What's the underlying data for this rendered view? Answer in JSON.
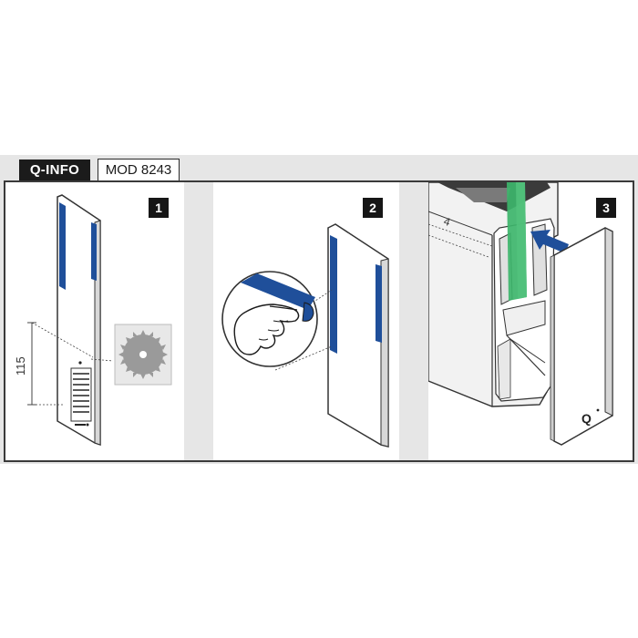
{
  "header": {
    "badge_label": "Q-INFO",
    "model_label": "MOD 8243"
  },
  "steps": [
    {
      "number": "1",
      "dimension_label": "115"
    },
    {
      "number": "2"
    },
    {
      "number": "3",
      "dimension_label": "4",
      "brand_mark": "Q"
    }
  ],
  "colors": {
    "tape_blue": "#1f4f9a",
    "insert_green": "#3db56b",
    "arrow_blue": "#1f4f9a",
    "badge_dark": "#1b1b1b",
    "background_strip": "#e6e6e6"
  },
  "icons": [
    "saw-blade-icon",
    "insert-arrow-icon",
    "hand-peeling-tape-icon"
  ]
}
